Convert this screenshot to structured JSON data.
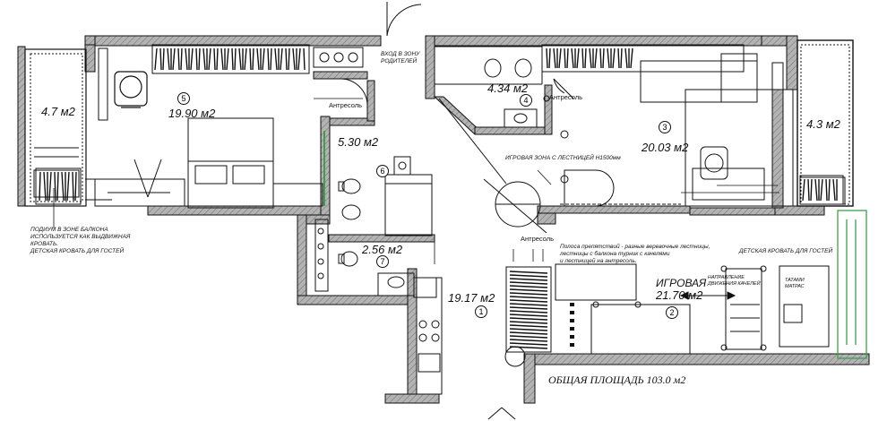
{
  "plan": {
    "colors": {
      "wall_fill": "#a9a9a9",
      "wall_stroke": "#111111",
      "line": "#111111",
      "glass": "#3f9f4f"
    },
    "rooms": [
      {
        "id": "r5",
        "number": "5",
        "area": "19.90",
        "unit": "м2"
      },
      {
        "id": "r6",
        "number": "6",
        "area": "5.30",
        "unit": "м2"
      },
      {
        "id": "r7",
        "number": "7",
        "area": "2.56",
        "unit": "м2"
      },
      {
        "id": "r4",
        "number": "4",
        "area": "4.34",
        "unit": "м2"
      },
      {
        "id": "r3",
        "number": "3",
        "area": "20.03",
        "unit": "м2"
      },
      {
        "id": "r1",
        "number": "1",
        "area": "19.17",
        "unit": "м2"
      },
      {
        "id": "r2",
        "number": "2",
        "area": "21.70",
        "unit": "м2",
        "name": "ИГРОВАЯ"
      },
      {
        "id": "balcony-left",
        "area": "4.7",
        "unit": "м2"
      },
      {
        "id": "balcony-right",
        "area": "4.3",
        "unit": "м2"
      }
    ],
    "notes": {
      "entrance": "ВХОД В ЗОНУ\nРОДИТЕЛЕЙ",
      "antresol_1": "Антресоль",
      "antresol_2": "Антресоль",
      "antresol_3": "Антресоль",
      "play_zone": "ИГРОВАЯ ЗОНА С ЛЕСТНИЦЕЙ H1500мм",
      "podium": "ПОДИУМ В ЗОНЕ БАЛКОНА\nИСПОЛЬЗУЕТСЯ КАК ВЫДВИЖНАЯ\nКРОВАТЬ.\nДЕТСКАЯ КРОВАТЬ ДЛЯ ГОСТЕЙ",
      "ladders": "Полоса препятствий - разные веревочные лестницы,\nлестницы с балкона турник с качелями\nи лестницей на антресоль.",
      "kids_bed": "ДЕТСКАЯ КРОВАТЬ ДЛЯ ГОСТЕЙ",
      "swing": "НАПРАВЛЕНИЕ\nДВИЖЕНИЯ КАЧЕЛЕЙ",
      "tatami": "ТАТАМИ\nМАТРАС"
    },
    "total": {
      "label": "ОБЩАЯ ПЛОЩАДЬ",
      "value": "103.0",
      "unit": "м2"
    }
  }
}
